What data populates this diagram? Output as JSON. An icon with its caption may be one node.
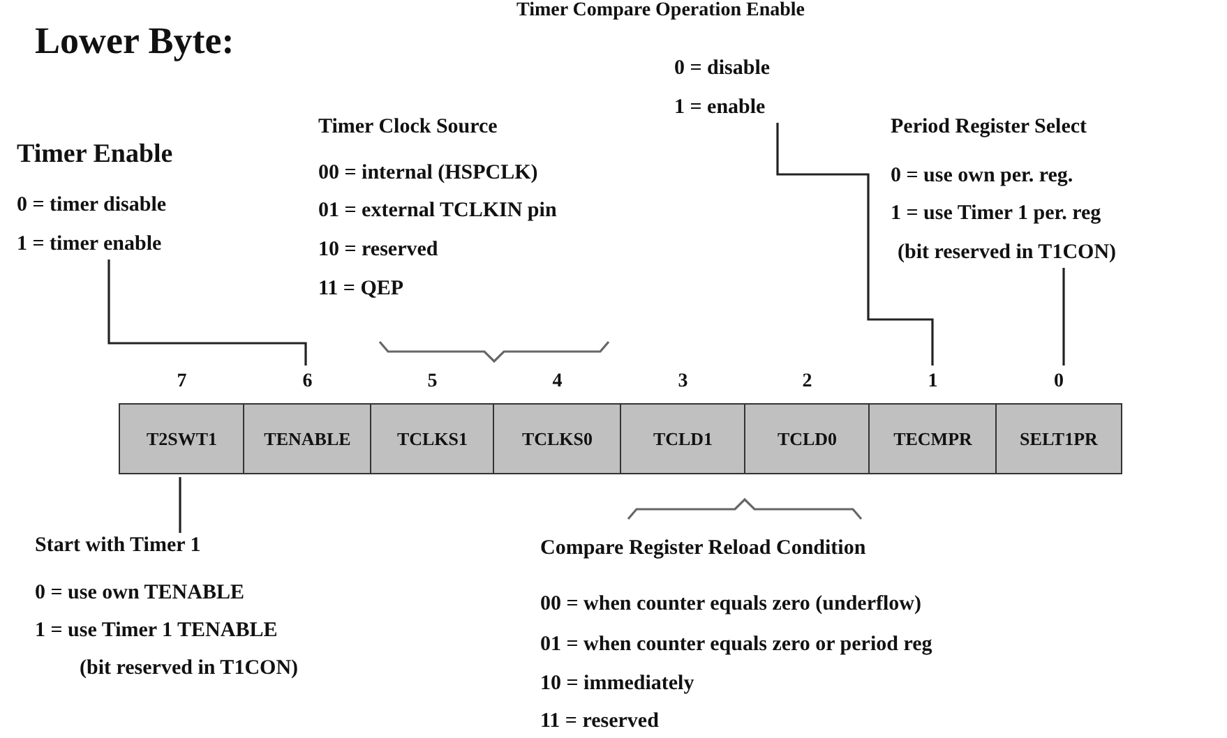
{
  "diagram": {
    "title": "Lower Byte:",
    "nodes": [
      {
        "text": [
          "Timer Enable",
          "0 = timer disable",
          "1 = timer enable"
        ]
      },
      {
        "text": [
          "Timer Compare Operation Enable",
          "0 = disable",
          "1 = enable"
        ]
      },
      {
        "text": [
          "Period Register Select",
          "0 = use own per. reg.",
          "1 = use Timer 1 per. reg",
          "(bit reserved in T1CON)"
        ]
      },
      {
        "text": [
          "T2SWT1"
        ],
        "beside": [
          "7"
        ]
      },
      {
        "text": [
          "TENABLE"
        ],
        "beside": [
          "6"
        ]
      },
      {
        "text": [
          "TCLKS1"
        ],
        "beside": [
          "5"
        ]
      },
      {
        "text": [
          "TCLKS0"
        ],
        "beside": [
          "4"
        ]
      },
      {
        "text": [
          "TCLD1"
        ],
        "beside": [
          "3"
        ]
      },
      {
        "text": [
          "TCLD0"
        ],
        "beside": [
          "2"
        ]
      },
      {
        "text": [
          "TECMPR"
        ],
        "beside": [
          "1"
        ]
      },
      {
        "text": [
          "SELT1PR"
        ],
        "beside": [
          "0"
        ]
      },
      {
        "text": [
          "Start with Timer 1",
          "0 = use own TENABLE",
          "1 = use Timer 1 TENABLE",
          "(bit reserved in T1CON)"
        ]
      }
    ],
    "edges": [
      {
        "from": 0,
        "to": 4,
        "arrow": "none"
      },
      {
        "from": 1,
        "to": 9,
        "arrow": "none"
      },
      {
        "from": 2,
        "to": 10,
        "arrow": "none"
      },
      {
        "from": 3,
        "to": 11,
        "arrow": "none"
      }
    ],
    "labels": [
      "Timer Clock Source",
      "00 = internal (HSPCLK)",
      "01 = external TCLKIN pin",
      "10 = reserved",
      "11 = QEP",
      "Compare Register Reload Condition",
      "00 = when counter equals zero (underflow)",
      "01 = when counter equals zero or period reg",
      "10 = immediately",
      "11 = reserved"
    ]
  }
}
